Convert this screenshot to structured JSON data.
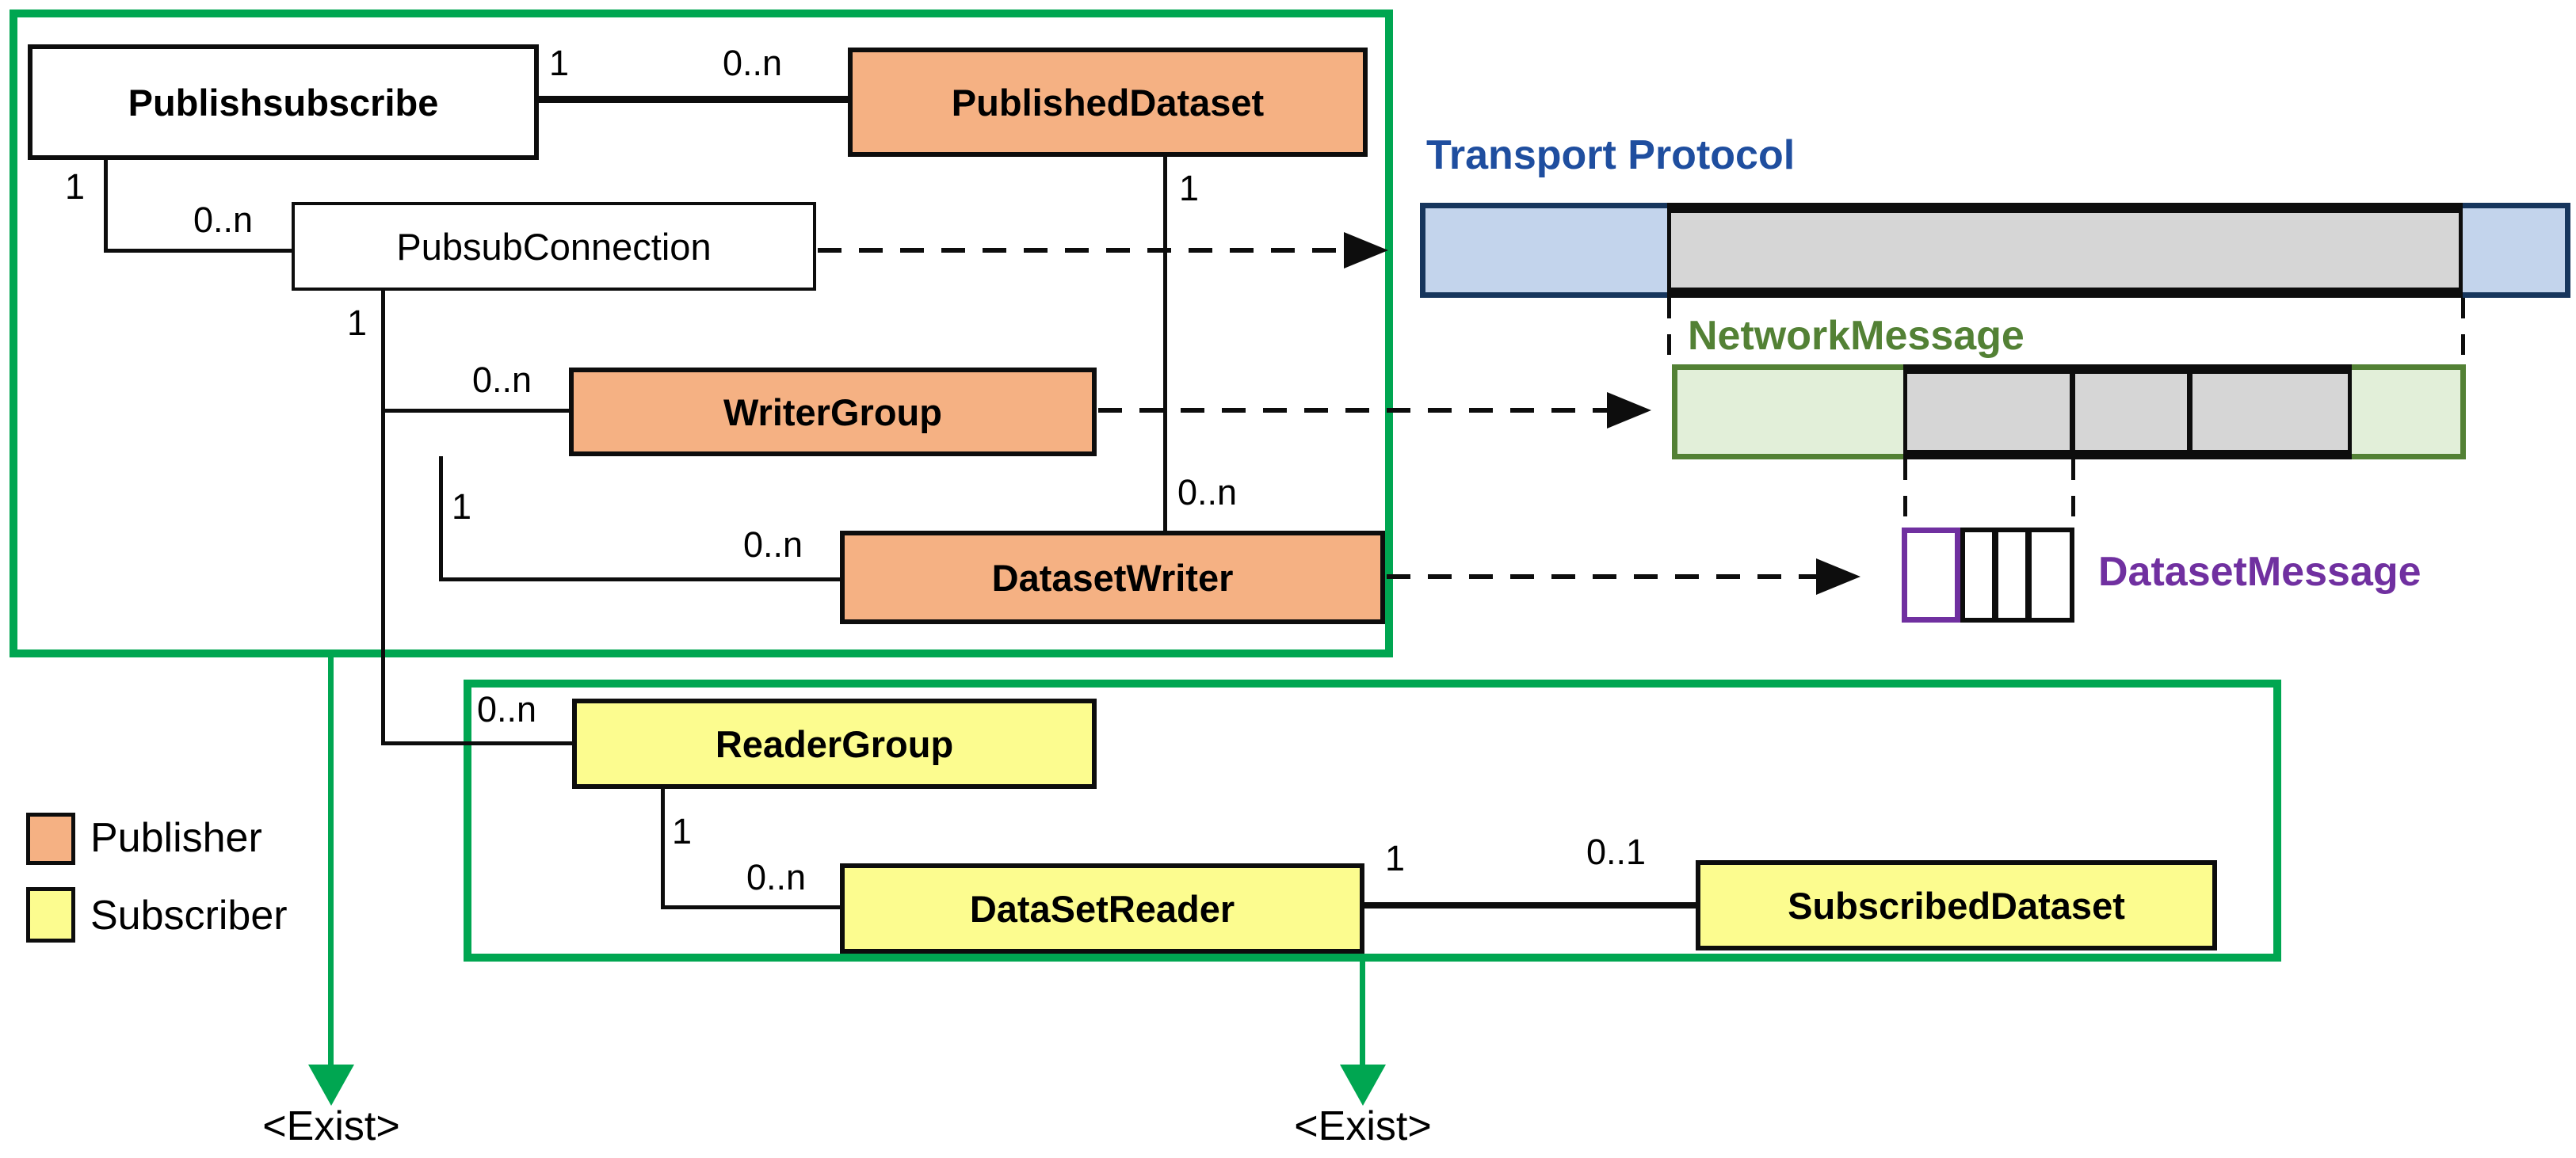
{
  "colors": {
    "group-green": "#00A651",
    "orange": "#F5B183",
    "yellow": "#FCFC8F",
    "navy": "#17365D",
    "blue-fill": "#C3D4EC",
    "blue-label": "#1F4E9F",
    "olive": "#538135",
    "light-green": "#E2EFD9",
    "purple": "#7030A0",
    "gray": "#D6D6D6"
  },
  "boxes": {
    "publishsubscribe": "Publishsubscribe",
    "published_dataset": "PublishedDataset",
    "pubsub_connection": "PubsubConnection",
    "writer_group": "WriterGroup",
    "dataset_writer": "DatasetWriter",
    "reader_group": "ReaderGroup",
    "dataset_reader": "DataSetReader",
    "subscribed_dataset": "SubscribedDataset"
  },
  "multiplicity": {
    "one": "1",
    "zero_n": "0..n",
    "zero_one": "0..1"
  },
  "section_labels": {
    "transport_protocol": "Transport Protocol",
    "network_message": "NetworkMessage",
    "dataset_message": "DatasetMessage"
  },
  "legend": {
    "publisher": "Publisher",
    "subscriber": "Subscriber"
  },
  "annotations": {
    "exist_left": "<Exist>",
    "exist_right": "<Exist>"
  }
}
